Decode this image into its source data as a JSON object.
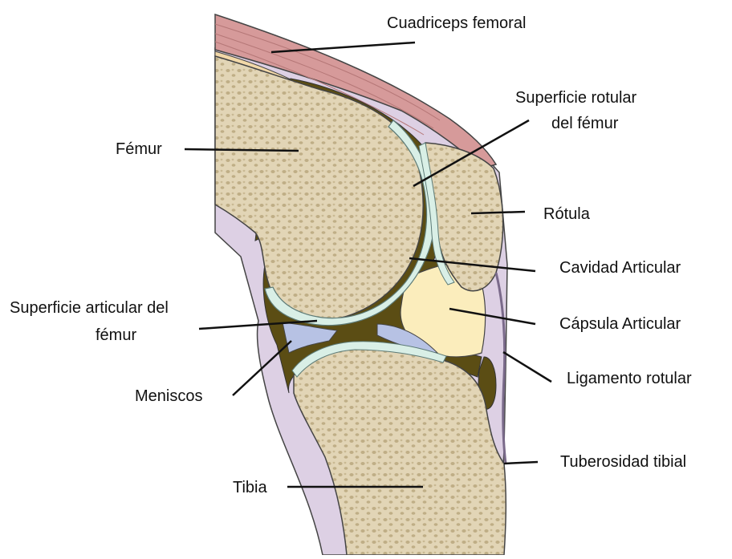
{
  "labels": {
    "cuadriceps": "Cuadriceps femoral",
    "superficie_rotular_1": "Superficie rotular",
    "superficie_rotular_2": "del fémur",
    "femur": "Fémur",
    "rotula": "Rótula",
    "cavidad": "Cavidad Articular",
    "superficie_articular_1": "Superficie articular del",
    "superficie_articular_2": "fémur",
    "capsula": "Cápsula Articular",
    "ligamento": "Ligamento rotular",
    "meniscos": "Meniscos",
    "tuberosidad": "Tuberosidad tibial",
    "tibia": "Tibia"
  },
  "colors": {
    "bone": "#e2d5b6",
    "bone_dot": "#bfae86",
    "cartilage": "#d9efe6",
    "cartilage_edge": "#5c7a76",
    "synovial": "#5b4d14",
    "capsule_fill": "#fbedbc",
    "meniscus": "#b7c2e4",
    "soft_tissue": "#ddd0e4",
    "muscle": "#d69a9a",
    "fat": "#f2d8a8",
    "outline": "#444444",
    "leader": "#111111"
  }
}
